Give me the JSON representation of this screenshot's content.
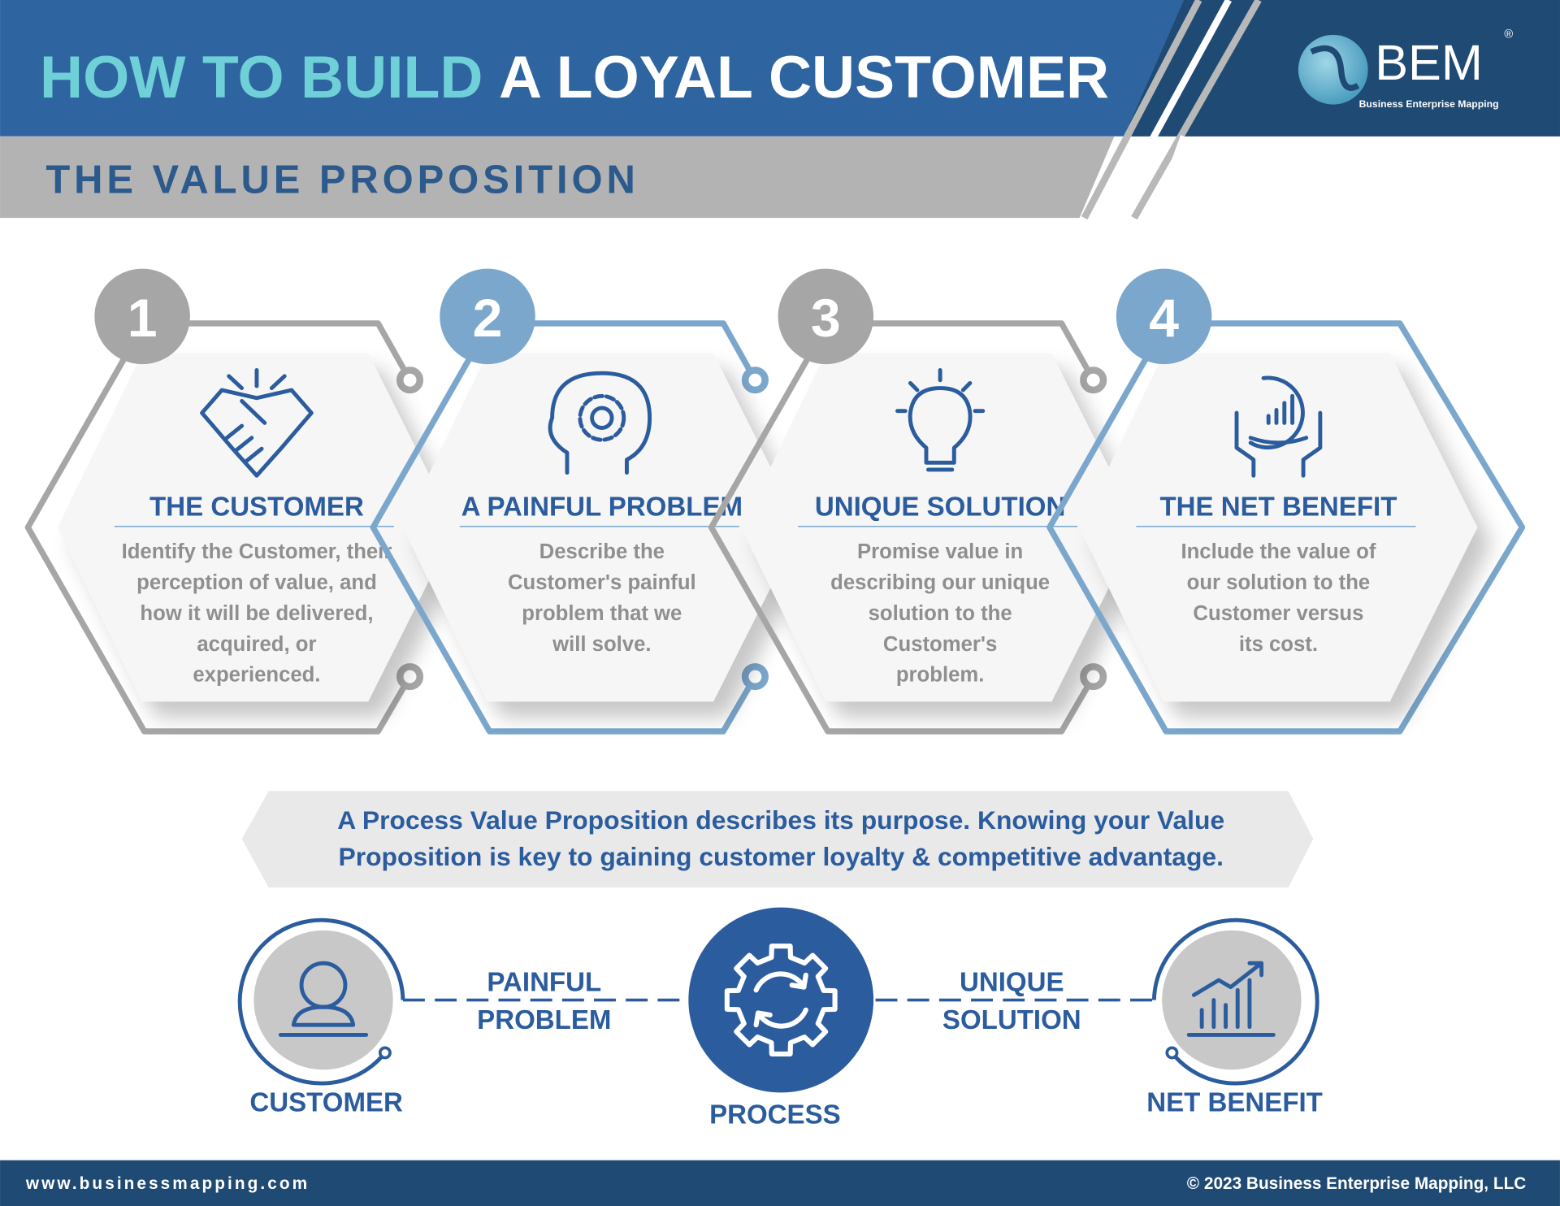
{
  "header": {
    "title_highlight": "HOW TO BUILD",
    "title_rest": "A LOYAL CUSTOMER",
    "subtitle": "THE VALUE PROPOSITION",
    "logo": {
      "wordmark": "BEM",
      "registered": "®",
      "tagline": "Business Enterprise Mapping"
    }
  },
  "steps": [
    {
      "number": "1",
      "icon": "handshake-icon",
      "title": "THE CUSTOMER",
      "lines": [
        "Identify the Customer, their",
        "perception of value, and",
        "how it will be delivered,",
        "acquired, or",
        "experienced."
      ]
    },
    {
      "number": "2",
      "icon": "head-gear-icon",
      "title": "A PAINFUL PROBLEM",
      "lines": [
        "Describe the",
        "Customer's painful",
        "problem that we",
        "will solve."
      ]
    },
    {
      "number": "3",
      "icon": "lightbulb-icon",
      "title": "UNIQUE SOLUTION",
      "lines": [
        "Promise value in",
        "describing our unique",
        "solution to the",
        "Customer's",
        "problem."
      ]
    },
    {
      "number": "4",
      "icon": "hands-chart-icon",
      "title": "THE NET BENEFIT",
      "lines": [
        "Include the value of",
        "our solution to the",
        "Customer versus",
        "its cost."
      ]
    }
  ],
  "banner": {
    "lines": [
      "A Process Value Proposition describes its purpose. Knowing your Value",
      "Proposition is key to gaining customer loyalty & competitive advantage."
    ]
  },
  "flow": {
    "customer": "CUSTOMER",
    "link1": [
      "PAINFUL",
      "PROBLEM"
    ],
    "process": "PROCESS",
    "link2": [
      "UNIQUE",
      "SOLUTION"
    ],
    "net_benefit": "NET BENEFIT"
  },
  "footer": {
    "url": "www.businessmapping.com",
    "copyright": "© 2023 Business Enterprise Mapping, LLC"
  },
  "colors": {
    "primary": "#2b5c9e",
    "header": "#2e64a0",
    "navy": "#1f4a73",
    "accent": "#6fd0d8",
    "gray": "#a6a6a6",
    "light_blue": "#7ba7cc"
  }
}
